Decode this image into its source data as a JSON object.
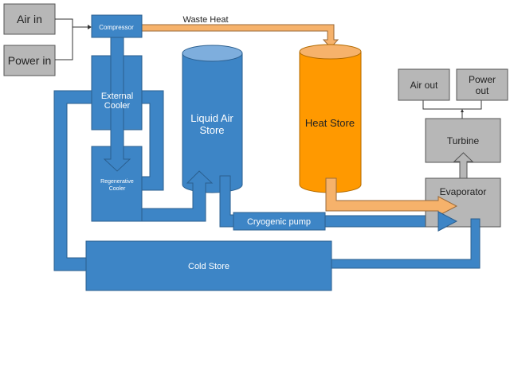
{
  "colors": {
    "blue": "#3d85c6",
    "gray": "#b7b7b7",
    "heat": "#ff9900",
    "heat_pipe": "#f6b26b"
  },
  "nodes": {
    "air_in": "Air in",
    "power_in": "Power in",
    "compressor": "Compressor",
    "external_cooler": [
      "External",
      "Cooler"
    ],
    "regenerative_cooler": [
      "Regenerative",
      "Cooler"
    ],
    "liquid_air_store": [
      "Liquid Air",
      "Store"
    ],
    "heat_store": "Heat Store",
    "cryogenic_pump": "Cryogenic pump",
    "cold_store": "Cold Store",
    "evaporator": "Evaporator",
    "turbine": "Turbine",
    "air_out": "Air out",
    "power_out": [
      "Power",
      "out"
    ]
  },
  "edges": {
    "waste_heat": "Waste Heat"
  }
}
